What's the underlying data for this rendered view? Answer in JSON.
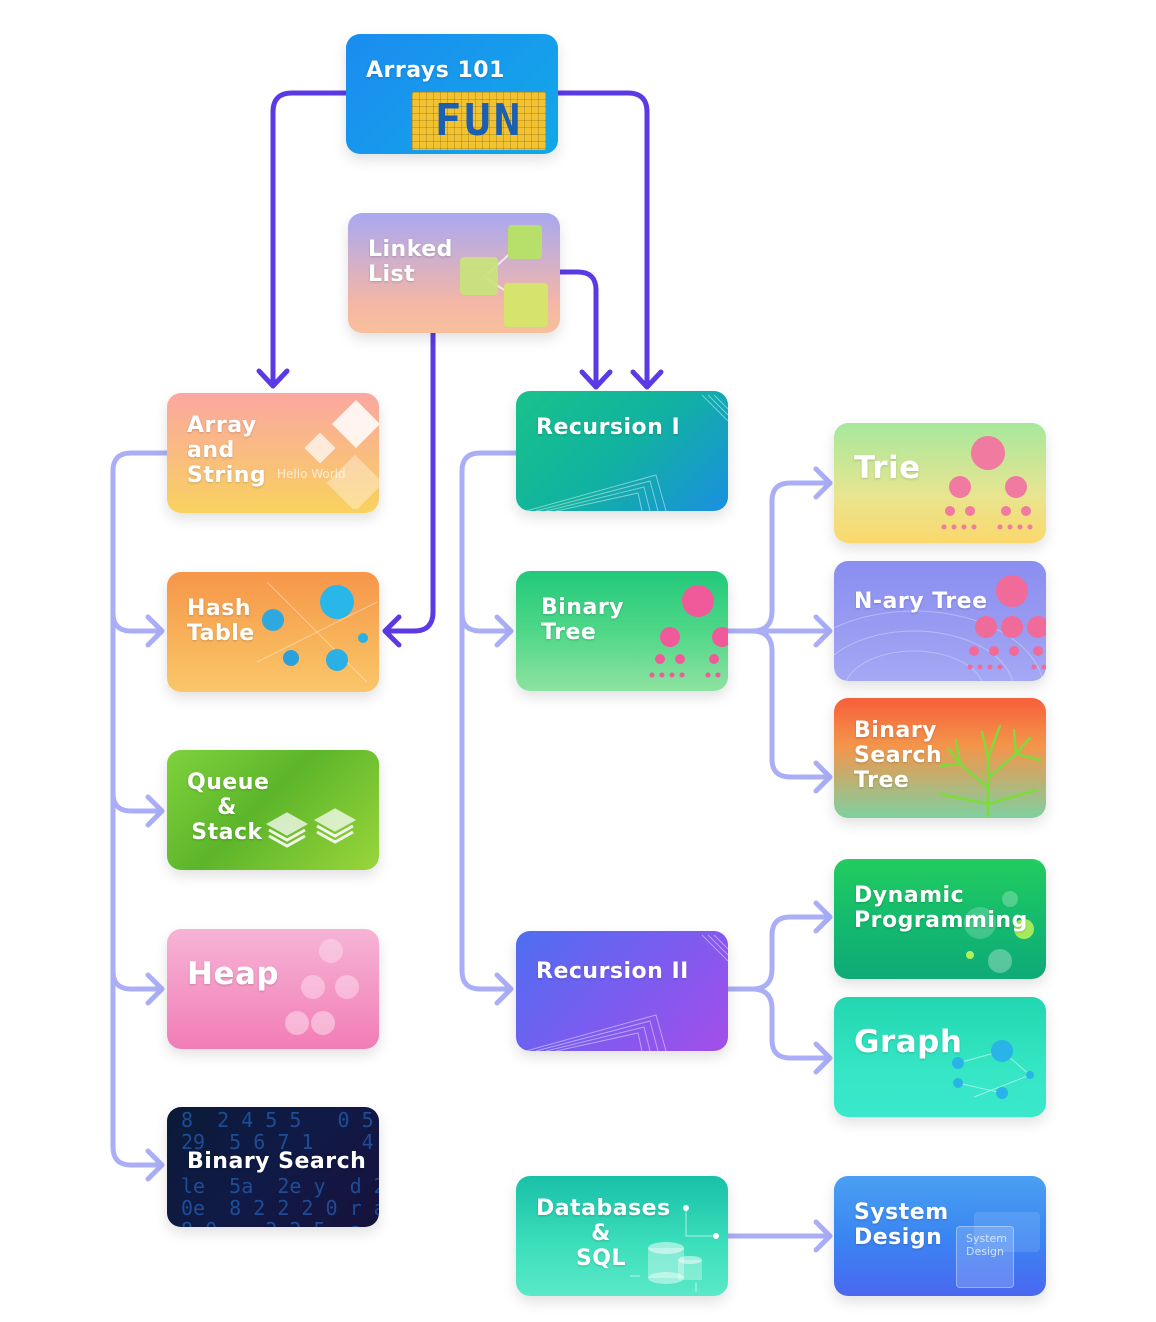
{
  "cards": {
    "arrays_101": {
      "label": "Arrays 101",
      "badge": "FUN"
    },
    "linked_list": {
      "label": "Linked\nList"
    },
    "array_and_string": {
      "label": "Array\nand\nString",
      "watermark": "Hello World"
    },
    "hash_table": {
      "label": "Hash\nTable"
    },
    "queue_stack": {
      "label": "Queue\n&\nStack"
    },
    "heap": {
      "label": "Heap"
    },
    "binary_search": {
      "label": "Binary Search"
    },
    "recursion_1": {
      "label": "Recursion I"
    },
    "binary_tree": {
      "label": "Binary\nTree"
    },
    "recursion_2": {
      "label": "Recursion II"
    },
    "trie": {
      "label": "Trie"
    },
    "nary_tree": {
      "label": "N-ary Tree"
    },
    "bst": {
      "label": "Binary\nSearch\nTree"
    },
    "dynamic_programming": {
      "label": "Dynamic\nProgramming"
    },
    "graph": {
      "label": "Graph"
    },
    "databases_sql": {
      "label": "Databases\n&\nSQL"
    },
    "system_design": {
      "label": "System\nDesign",
      "watermark": "System\nDesign"
    }
  },
  "colors": {
    "primary_arrow": "#5b3ae6",
    "secondary_arrow": "#a9aef7"
  },
  "icons": [
    "fun-pixel-logo",
    "linked-nodes-icon",
    "diamond-icon",
    "bubbles-icon",
    "layers-icon",
    "circles-icon",
    "binary-digits-pattern",
    "tree-nodes-icon",
    "branch-tree-icon",
    "database-icon"
  ]
}
